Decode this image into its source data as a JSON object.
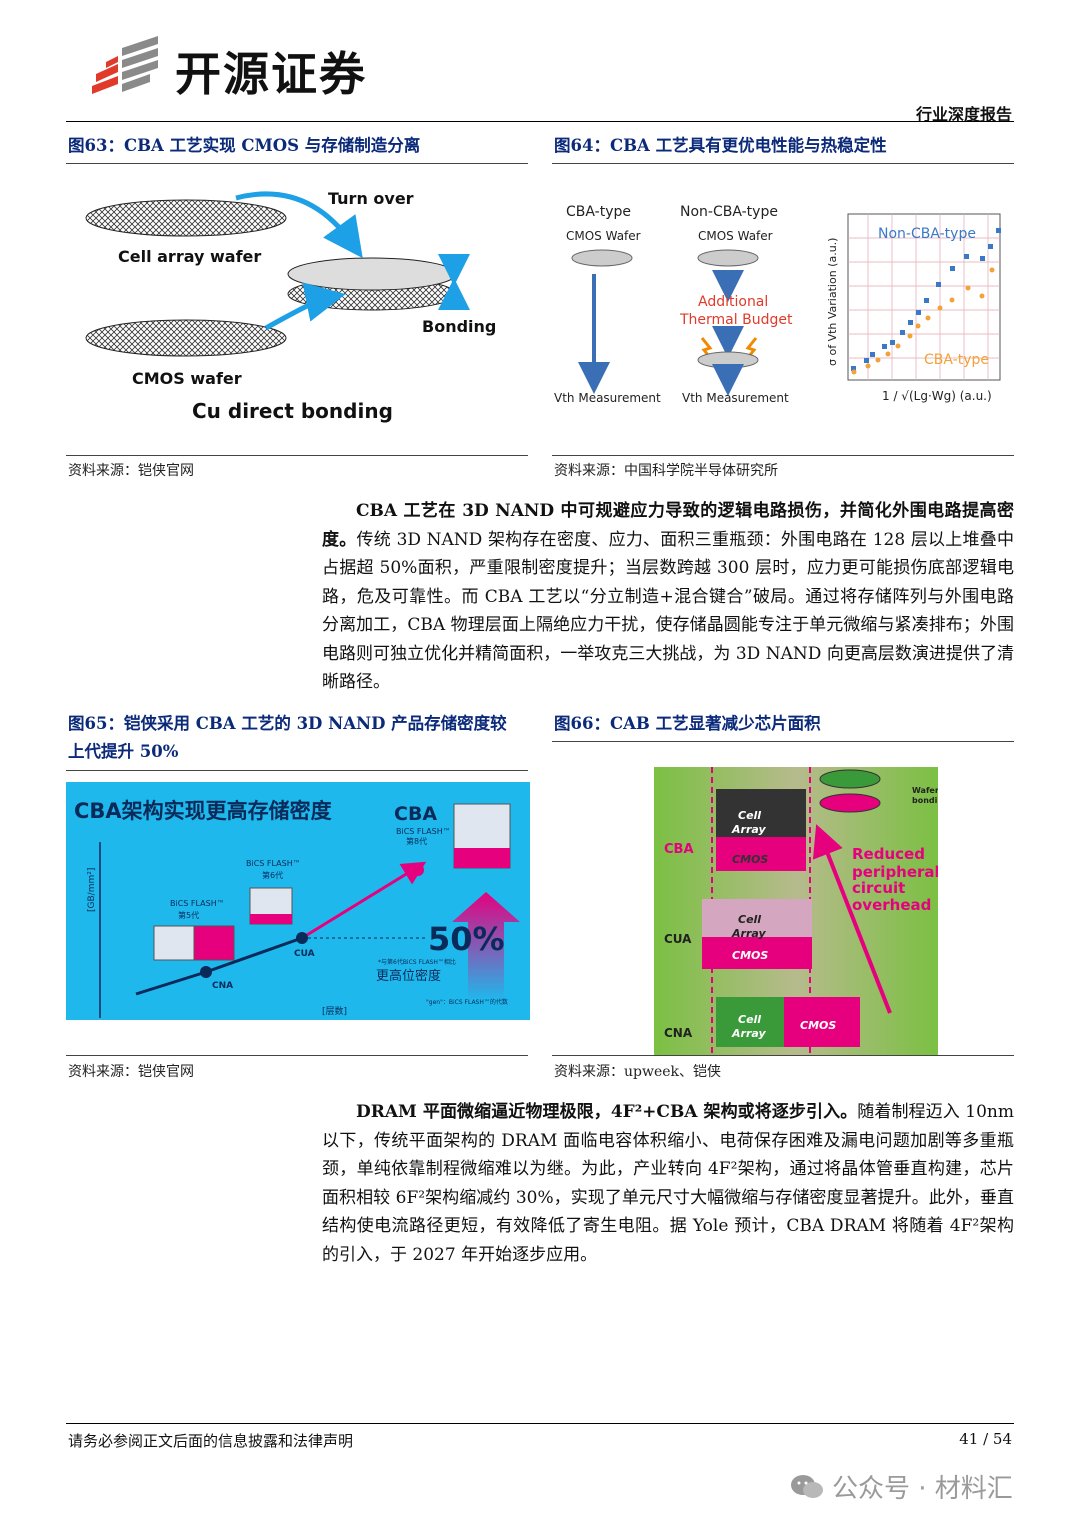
{
  "header": {
    "brand": "开源证券",
    "tag": "行业深度报告"
  },
  "fig63": {
    "caption": "图63：CBA 工艺实现 CMOS 与存储制造分离",
    "labels": {
      "turn_over": "Turn over",
      "cell_array": "Cell array wafer",
      "bonding": "Bonding",
      "cmos_wafer": "CMOS wafer",
      "cu_bonding": "Cu direct bonding"
    },
    "source": "资料来源：铠侠官网"
  },
  "fig64": {
    "caption": "图64：CBA 工艺具有更优电性能与热稳定性",
    "labels": {
      "cba_type": "CBA-type",
      "cmos_wafer_1": "CMOS Wafer",
      "non_cba_type": "Non-CBA-type",
      "cmos_wafer_2": "CMOS Wafer",
      "thermal_1": "Additional",
      "thermal_2": "Thermal Budget",
      "vth_1": "Vth Measurement",
      "vth_2": "Vth Measurement",
      "plot_non_cba": "Non-CBA-type",
      "plot_cba": "CBA-type",
      "y_axis": "σ of Vth Variation (a.u.)",
      "x_axis": "1 / √(Lg·Wg)   (a.u.)"
    },
    "source": "资料来源：中国科学院半导体研究所"
  },
  "para1": {
    "lead": "CBA 工艺在 3D NAND 中可规避应力导致的逻辑电路损伤，并简化外围电路提高密度。",
    "body": "传统 3D NAND 架构存在密度、应力、面积三重瓶颈：外围电路在 128 层以上堆叠中占据超 50%面积，严重限制密度提升；当层数跨越 300 层时，应力更可能损伤底部逻辑电路，危及可靠性。而 CBA 工艺以“分立制造+混合键合”破局。通过将存储阵列与外围电路分离加工，CBA 物理层面上隔绝应力干扰，使存储晶圆能专注于单元微缩与紧凑排布；外围电路则可独立优化并精简面积，一举攻克三大挑战，为 3D NAND 向更高层数演进提供了清晰路径。"
  },
  "fig65": {
    "caption_1": "图65：铠侠采用 CBA 工艺的 3D NAND 产品存储密度较",
    "caption_2": "上代提升 50%",
    "labels": {
      "title": "CBA架构实现更高存储密度",
      "cba": "CBA",
      "bics8": "BiCS FLASH™",
      "bics8_gen": "第8代",
      "bics6": "BiCS FLASH™",
      "bics6_gen": "第6代",
      "bics5": "BiCS FLASH™",
      "bics5_gen": "第5代",
      "cua": "CUA",
      "cna": "CNA",
      "pct": "50%",
      "higher_density": "更高位密度",
      "y_axis": "[GB/mm²]",
      "x_axis": "[层数]",
      "note": "*与第6代BiCS FLASH™相比",
      "gen_note": "\"gen\"：BiCS FLASH™的代数"
    },
    "source": "资料来源：铠侠官网"
  },
  "fig66": {
    "caption": "图66：CAB 工艺显著减少芯片面积",
    "labels": {
      "cba": "CBA",
      "cua": "CUA",
      "cna": "CNA",
      "cell": "Cell",
      "array": "Array",
      "cmos": "CMOS",
      "wafer_bonding_1": "Wafer",
      "wafer_bonding_2": "bonding",
      "reduced_1": "Reduced",
      "reduced_2": "peripheral",
      "reduced_3": "circuit",
      "reduced_4": "overhead"
    },
    "source": "资料来源：upweek、铠侠"
  },
  "para2": {
    "lead": "DRAM 平面微缩逼近物理极限，4F²+CBA 架构或将逐步引入。",
    "body": "随着制程迈入 10nm 以下，传统平面架构的 DRAM 面临电容体积缩小、电荷保存困难及漏电问题加剧等多重瓶颈，单纯依靠制程微缩难以为继。为此，产业转向 4F²架构，通过将晶体管垂直构建，芯片面积相较 6F²架构缩减约 30%，实现了单元尺寸大幅微缩与存储密度显著提升。此外，垂直结构使电流路径更短，有效降低了寄生电阻。据 Yole 预计，CBA DRAM 将随着 4F²架构的引入，于 2027 年开始逐步应用。"
  },
  "footer": {
    "disclaimer": "请务必参阅正文后面的信息披露和法律声明",
    "page": "41 / 54",
    "watermark": "公众号 · 材料汇"
  },
  "colors": {
    "caption": "#0b2a7a",
    "fig65_bg": "#1fb8ec",
    "fig66_bg": "#7bc043",
    "magenta": "#e6007e",
    "arrow_blue": "#1ea0e6"
  }
}
